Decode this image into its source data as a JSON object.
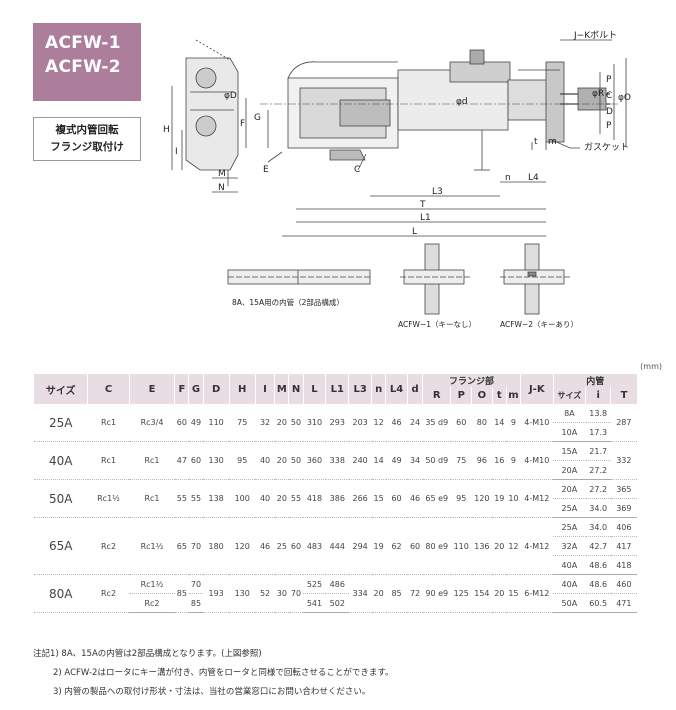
{
  "header": {
    "title_line1": "ACFW-1",
    "title_line2": "ACFW-2",
    "subtitle_line1": "複式内管回転",
    "subtitle_line2": "フランジ取付け"
  },
  "drawing": {
    "labels": {
      "jk_bolt": "J−Kボルト",
      "gasket": "ガスケット",
      "phi_d": "φD",
      "H": "H",
      "I": "I",
      "M": "M",
      "N": "N",
      "F": "F",
      "G": "G",
      "E": "E",
      "C": "C",
      "phi_d_small": "φd",
      "phi_R": "φR",
      "P": "P",
      "C_": "C",
      "D": "D",
      "P2": "P",
      "phi_O": "φO",
      "t": "t",
      "m": "m",
      "n": "n",
      "L4": "L4",
      "L3": "L3",
      "T": "T",
      "L1": "L1",
      "L": "L",
      "inner_pipe_note": "8A、15A用の内管（2部品構成）",
      "acfw1_label": "ACFW−1（キーなし）",
      "acfw2_label": "ACFW−2（キーあり）"
    }
  },
  "unit": "(mm)",
  "table": {
    "headers": {
      "size": "サイズ",
      "C": "C",
      "E": "E",
      "F": "F",
      "G": "G",
      "D": "D",
      "H": "H",
      "I": "I",
      "M": "M",
      "N": "N",
      "L": "L",
      "L1": "L1",
      "L3": "L3",
      "n": "n",
      "L4": "L4",
      "d": "d",
      "flange": "フランジ部",
      "R": "R",
      "P": "P",
      "O": "O",
      "t": "t",
      "m": "m",
      "JK": "J-K",
      "inner": "内管",
      "inner_size": "サイズ",
      "i": "i",
      "T": "T"
    },
    "rows": [
      {
        "size": "25A",
        "C": "Rc1",
        "E": "Rc3/4",
        "F": "60",
        "G": "49",
        "D": "110",
        "H": "75",
        "I": "32",
        "M": "20",
        "N": "50",
        "L": "310",
        "L1": "293",
        "L3": "203",
        "n": "12",
        "L4": "46",
        "d": "24",
        "R": "35 d9",
        "P": "60",
        "O": "80",
        "t": "14",
        "m": "9",
        "JK": "4-M10",
        "inner": [
          {
            "size": "8A",
            "i": "13.8"
          },
          {
            "size": "10A",
            "i": "17.3"
          }
        ],
        "T": "287"
      },
      {
        "size": "40A",
        "C": "Rc1",
        "E": "Rc1",
        "F": "47",
        "G": "60",
        "D": "130",
        "H": "95",
        "I": "40",
        "M": "20",
        "N": "50",
        "L": "360",
        "L1": "338",
        "L3": "240",
        "n": "14",
        "L4": "49",
        "d": "34",
        "R": "50 d9",
        "P": "75",
        "O": "96",
        "t": "16",
        "m": "9",
        "JK": "4-M10",
        "inner": [
          {
            "size": "15A",
            "i": "21.7"
          },
          {
            "size": "20A",
            "i": "27.2"
          }
        ],
        "T": "332"
      },
      {
        "size": "50A",
        "C": "Rc1½",
        "E": "Rc1",
        "F": "55",
        "G": "55",
        "D": "138",
        "H": "100",
        "I": "40",
        "M": "20",
        "N": "55",
        "L": "418",
        "L1": "386",
        "L3": "266",
        "n": "15",
        "L4": "60",
        "d": "46",
        "R": "65 e9",
        "P": "95",
        "O": "120",
        "t": "19",
        "m": "10",
        "JK": "4-M12",
        "inner": [
          {
            "size": "20A",
            "i": "27.2",
            "T": "365"
          },
          {
            "size": "25A",
            "i": "34.0",
            "T": "369"
          }
        ]
      },
      {
        "size": "65A",
        "C": "Rc2",
        "E": "Rc1½",
        "F": "65",
        "G": "70",
        "D": "180",
        "H": "120",
        "I": "46",
        "M": "25",
        "N": "60",
        "L": "483",
        "L1": "444",
        "L3": "294",
        "n": "19",
        "L4": "62",
        "d": "60",
        "R": "80 e9",
        "P": "110",
        "O": "136",
        "t": "20",
        "m": "12",
        "JK": "4-M12",
        "inner": [
          {
            "size": "25A",
            "i": "34.0",
            "T": "406"
          },
          {
            "size": "32A",
            "i": "42.7",
            "T": "417"
          },
          {
            "size": "40A",
            "i": "48.6",
            "T": "418"
          }
        ]
      },
      {
        "size": "80A",
        "C": "Rc2",
        "E1": "Rc1½",
        "E2": "Rc2",
        "F": "85",
        "G1": "70",
        "G2": "85",
        "D": "193",
        "H": "130",
        "I": "52",
        "M": "30",
        "N": "70",
        "L1a": "525",
        "L1b": "541",
        "L1_1": "486",
        "L1_2": "502",
        "L3": "334",
        "n": "20",
        "L4": "85",
        "d": "72",
        "R": "90 e9",
        "P": "125",
        "O": "154",
        "t": "20",
        "m": "15",
        "JK": "6-M12",
        "inner": [
          {
            "size": "40A",
            "i": "48.6",
            "T": "460"
          },
          {
            "size": "50A",
            "i": "60.5",
            "T": "471"
          }
        ]
      }
    ]
  },
  "notes": [
    "注記1) 8A、15Aの内管は2部品構成となります。(上図参照)",
    "2) ACFW-2はロータにキー溝が付き、内管をロータと同様で回転させることができます。",
    "3) 内管の製品への取付け形状・寸法は、当社の営業窓口にお問い合わせください。"
  ],
  "colors": {
    "title_bg": "#ad7e9b",
    "header_bg": "#e8dde3"
  }
}
